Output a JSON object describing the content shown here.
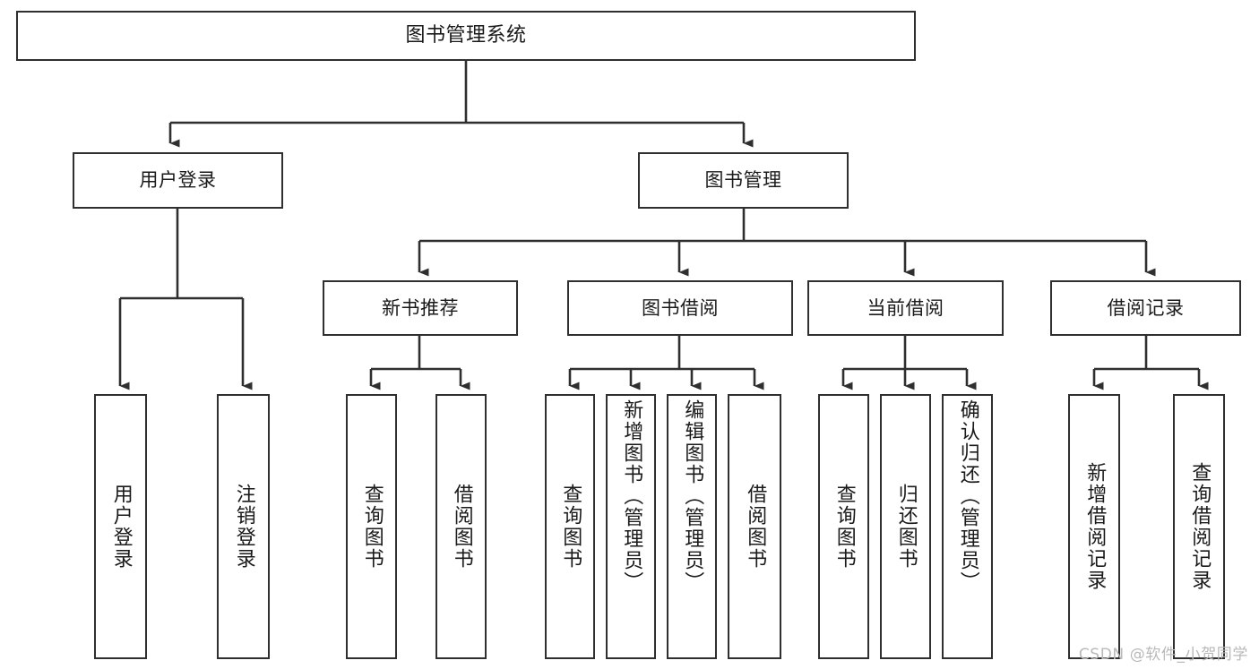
{
  "diagram": {
    "kind": "tree-hierarchy-chart",
    "title": "图书管理系统",
    "watermark": "CSDN @软件_小贺同学",
    "colors": {
      "background": "#ffffff",
      "box_border": "#2f2f2f",
      "box_fill": "#ffffff",
      "connector": "#2f2f2f",
      "text": "#1a1a1a",
      "watermark": "#b9b9b9"
    },
    "root": {
      "label": "图书管理系统",
      "orientation": "horizontal"
    },
    "level2": [
      {
        "id": "user-login",
        "label": "用户登录",
        "orientation": "horizontal"
      },
      {
        "id": "book-manage",
        "label": "图书管理",
        "orientation": "horizontal"
      }
    ],
    "level3": [
      {
        "id": "new-book-recommend",
        "label": "新书推荐",
        "orientation": "horizontal",
        "parent": "book-manage"
      },
      {
        "id": "book-borrow",
        "label": "图书借阅",
        "orientation": "horizontal",
        "parent": "book-manage"
      },
      {
        "id": "current-borrow",
        "label": "当前借阅",
        "orientation": "horizontal",
        "parent": "book-manage"
      },
      {
        "id": "borrow-record",
        "label": "借阅记录",
        "orientation": "horizontal",
        "parent": "book-manage"
      }
    ],
    "leaves": [
      {
        "id": "leaf-user-login",
        "label": "用户登录",
        "parent": "user-login"
      },
      {
        "id": "leaf-user-logout",
        "label": "注销登录",
        "parent": "user-login"
      },
      {
        "id": "leaf-query-book-1",
        "label": "查询图书",
        "parent": "new-book-recommend"
      },
      {
        "id": "leaf-borrow-book-1",
        "label": "借阅图书",
        "parent": "new-book-recommend"
      },
      {
        "id": "leaf-query-book-2",
        "label": "查询图书",
        "parent": "book-borrow"
      },
      {
        "id": "leaf-add-book-admin",
        "label": "新增图书（管理员）",
        "parent": "book-borrow"
      },
      {
        "id": "leaf-edit-book-admin",
        "label": "编辑图书（管理员）",
        "parent": "book-borrow"
      },
      {
        "id": "leaf-borrow-book-2",
        "label": "借阅图书",
        "parent": "book-borrow"
      },
      {
        "id": "leaf-query-book-3",
        "label": "查询图书",
        "parent": "current-borrow"
      },
      {
        "id": "leaf-return-book",
        "label": "归还图书",
        "parent": "current-borrow"
      },
      {
        "id": "leaf-confirm-return-admin",
        "label": "确认归还（管理员）",
        "parent": "current-borrow"
      },
      {
        "id": "leaf-add-borrow-record",
        "label": "新增借阅记录",
        "parent": "borrow-record"
      },
      {
        "id": "leaf-query-borrow-record",
        "label": "查询借阅记录",
        "parent": "borrow-record"
      }
    ]
  }
}
